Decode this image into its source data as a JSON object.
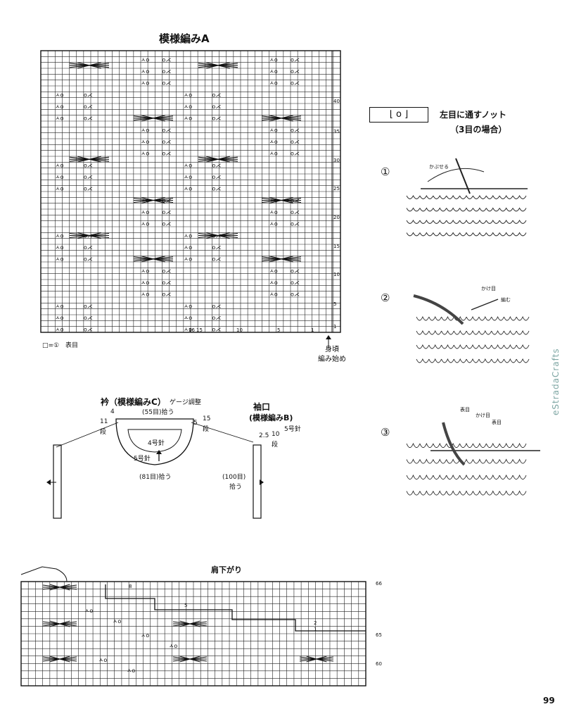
{
  "page_number": "99",
  "watermark": "eStradaCrafts",
  "chart_a": {
    "title": "模様編みA",
    "legend_key": "□=①",
    "legend_text": "表目",
    "row_numbers": [
      "40",
      "35",
      "30",
      "25",
      "20",
      "15",
      "10",
      "5",
      "1"
    ],
    "col_numbers": [
      "16",
      "15",
      "10",
      "5",
      "1"
    ],
    "start_label_line1": "身頃",
    "start_label_line2": "編み始め"
  },
  "knot": {
    "symbol": "⌊ o ⌋",
    "title_line1": "左目に通すノット",
    "title_line2": "（3目の場合）",
    "step1": "①",
    "step2": "②",
    "step3": "③",
    "label_kabuseru": "かぶせる",
    "label_kakeme": "かけ目",
    "label_amu": "編む",
    "label_omote1": "表目",
    "label_kakeme2": "かけ目",
    "label_omote2": "表目"
  },
  "collar": {
    "title": "衿（模様編みC）",
    "gauge": "ゲージ調整",
    "pick55": "(55目)拾う",
    "pick81": "(81目)拾う",
    "needle4": "4号針",
    "needle5": "5号針",
    "left_4": "4",
    "left_11": "11",
    "left_dan": "段",
    "right_5": "5",
    "right_15": "15",
    "right_dan": "段"
  },
  "cuff": {
    "title": "袖口",
    "subtitle": "(模様編みB)",
    "needle": "5号針",
    "n25": "2.5",
    "n10": "10",
    "dan": "段",
    "pick100": "(100目)",
    "pick_label": "拾う"
  },
  "shoulder": {
    "title": "肩下がり",
    "row66": "66",
    "row65": "65",
    "row60": "60",
    "m8": "8",
    "m5": "5",
    "m2": "2",
    "m1": "1"
  }
}
